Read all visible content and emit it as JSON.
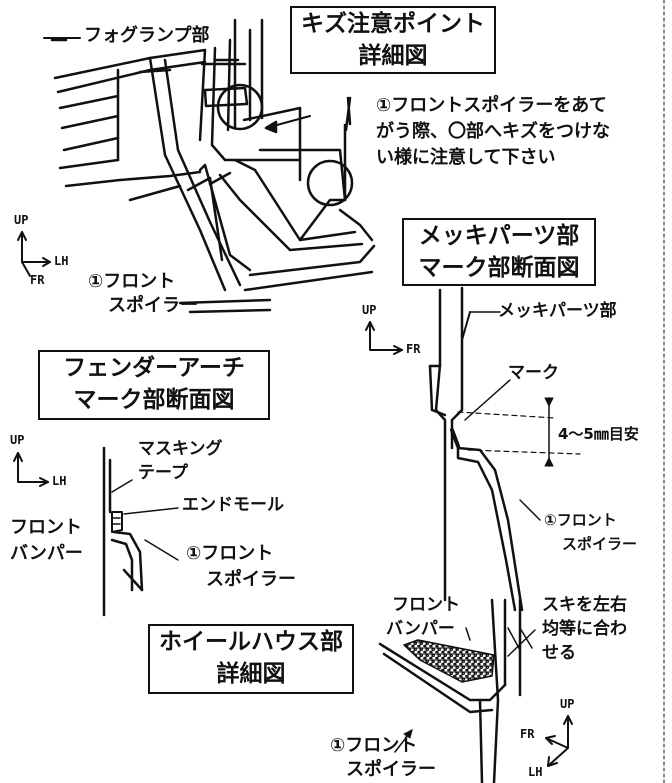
{
  "colors": {
    "ink": "#111111",
    "background": "#ffffff",
    "texture": "#9a9a9a"
  },
  "titles": {
    "scratch_detail": [
      "キズ注意ポイント",
      "詳細図"
    ],
    "plating_section": [
      "メッキパーツ部",
      "マーク部断面図"
    ],
    "fender_section": [
      "フェンダーアーチ",
      "マーク部断面図"
    ],
    "wheelhouse_detail": [
      "ホイールハウス部",
      "詳細図"
    ]
  },
  "labels": {
    "fog_lamp": "フォグランプ部",
    "caution_note": [
      "①フロントスポイラーをあて",
      "がう際、〇部へキズをつけな",
      "い様に注意して下さい"
    ],
    "front_spoiler_top": [
      "①フロント",
      "スポイラー"
    ],
    "plating_part": "メッキパーツ部",
    "mark": "マーク",
    "dimension": "4～5㎜目安",
    "front_spoiler_mid": [
      "①フロント",
      "スポイラー"
    ],
    "masking_tape": [
      "マスキング",
      "テープ"
    ],
    "end_mold": "エンドモール",
    "front_bumper_left": [
      "フロント",
      "バンパー"
    ],
    "front_spoiler_left": [
      "①フロント",
      "スポイラー"
    ],
    "front_bumper_bottom": [
      "フロント",
      "バンパー"
    ],
    "gap_note": [
      "スキを左右",
      "均等に合わ",
      "せる"
    ],
    "front_spoiler_bottom": [
      "①フロント",
      "スポイラー"
    ]
  },
  "axes": {
    "top_left": {
      "up": "UP",
      "right": "LH",
      "diag": "FR"
    },
    "plating": {
      "up": "UP",
      "right": "FR"
    },
    "fender": {
      "up": "UP",
      "right": "LH"
    },
    "bottom_right": {
      "up": "UP",
      "left": "FR",
      "down": "LH"
    }
  }
}
